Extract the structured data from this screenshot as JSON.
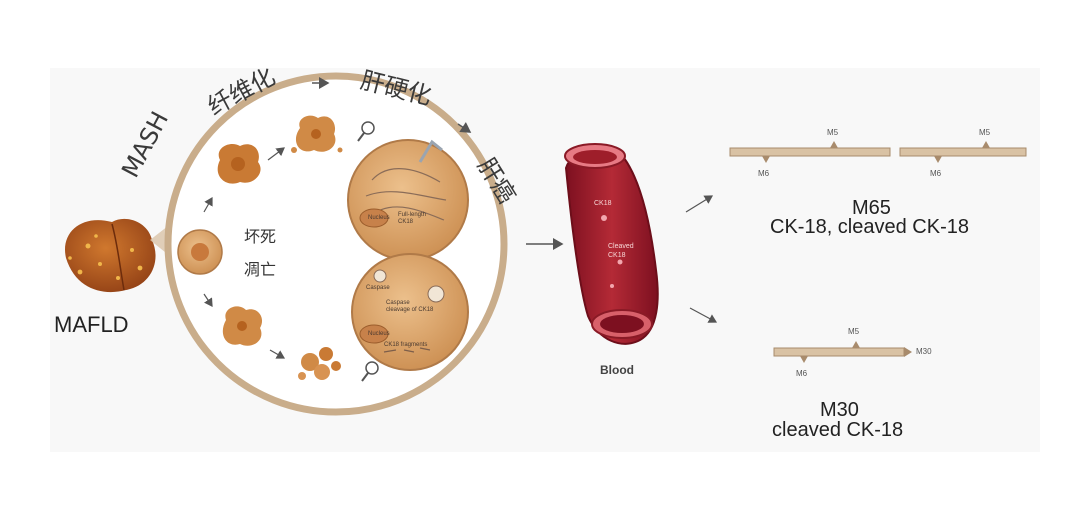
{
  "stages": {
    "mafld": "MAFLD",
    "mash": "MASH",
    "fibrosis": "纤维化",
    "cirrhosis": "肝硬化",
    "cancer": "肝癌"
  },
  "cell_death": {
    "necrosis": "坏死",
    "apoptosis": "凋亡"
  },
  "cells": {
    "full_length": "Full-length CK18",
    "nucleus": "Nucleus",
    "caspase": "Caspase",
    "caspase_cleavage": "Caspase cleavage of CK18",
    "fragments": "CK18 fragments"
  },
  "blood": {
    "label": "Blood",
    "ck18": "CK18",
    "cleaved_ck18": "Cleaved CK18"
  },
  "m65": {
    "m5": "M5",
    "m6": "M6",
    "title": "M65",
    "subtitle": "CK-18, cleaved CK-18"
  },
  "m30": {
    "m5": "M5",
    "m6": "M6",
    "m30_tag": "M30",
    "title": "M30",
    "subtitle": "cleaved CK-18"
  },
  "colors": {
    "liver": "#b8571f",
    "ring": "#c9ad8b",
    "cell_fill": "#e0aa72",
    "vessel_dark": "#9e1e2a",
    "vessel_light": "#d8606a",
    "bar": "#d9c2a4"
  }
}
